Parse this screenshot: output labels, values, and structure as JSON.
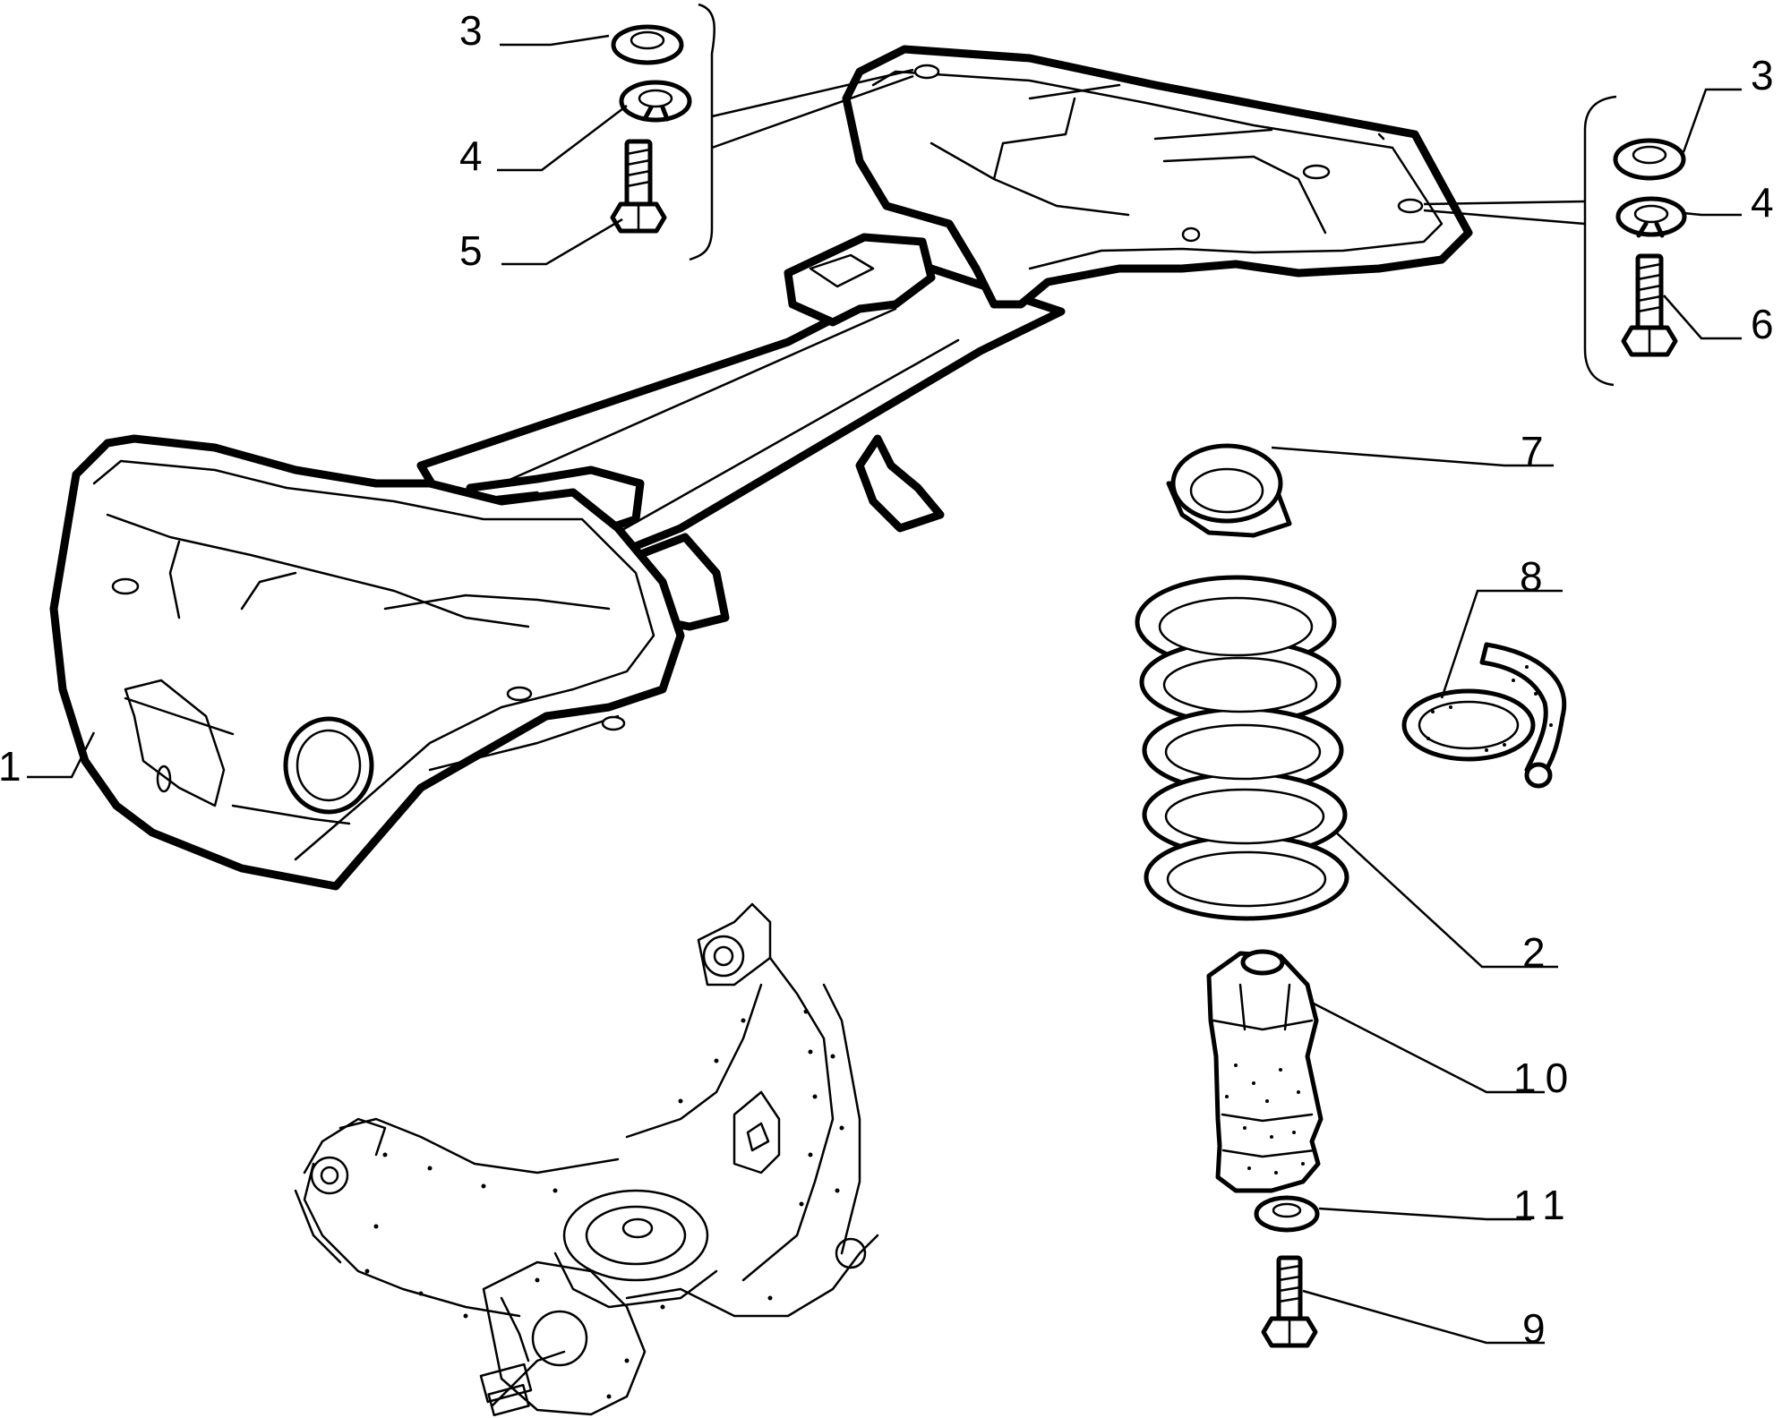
{
  "callouts": [
    {
      "id": "c1",
      "label": "1"
    },
    {
      "id": "c2",
      "label": "2"
    },
    {
      "id": "c3a",
      "label": "3"
    },
    {
      "id": "c3b",
      "label": "3"
    },
    {
      "id": "c4a",
      "label": "4"
    },
    {
      "id": "c4b",
      "label": "4"
    },
    {
      "id": "c5",
      "label": "5"
    },
    {
      "id": "c6",
      "label": "6"
    },
    {
      "id": "c7",
      "label": "7"
    },
    {
      "id": "c8",
      "label": "8"
    },
    {
      "id": "c9",
      "label": "9"
    },
    {
      "id": "c10",
      "label": "10"
    },
    {
      "id": "c11",
      "label": "11"
    }
  ]
}
